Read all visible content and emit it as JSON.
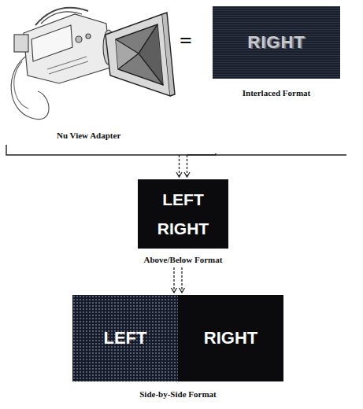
{
  "diagram": {
    "nodes": [
      {
        "text": [
          "RIGHT",
          "Interlaced Format"
        ]
      },
      {
        "text": [
          "LEFT",
          "RIGHT",
          "Above/Below Format"
        ]
      },
      {
        "text": [
          "Side-by-Side Format"
        ]
      },
      {
        "text": [
          "LEFT"
        ],
        "in": 2
      },
      {
        "text": [
          "RIGHT"
        ],
        "in": 2
      }
    ],
    "edges": [
      {
        "from": 0,
        "to": 1,
        "arrow": "to"
      },
      {
        "from": 1,
        "to": 2,
        "arrow": "to"
      }
    ],
    "labels": [
      "=",
      "Nu View Adapter"
    ]
  }
}
